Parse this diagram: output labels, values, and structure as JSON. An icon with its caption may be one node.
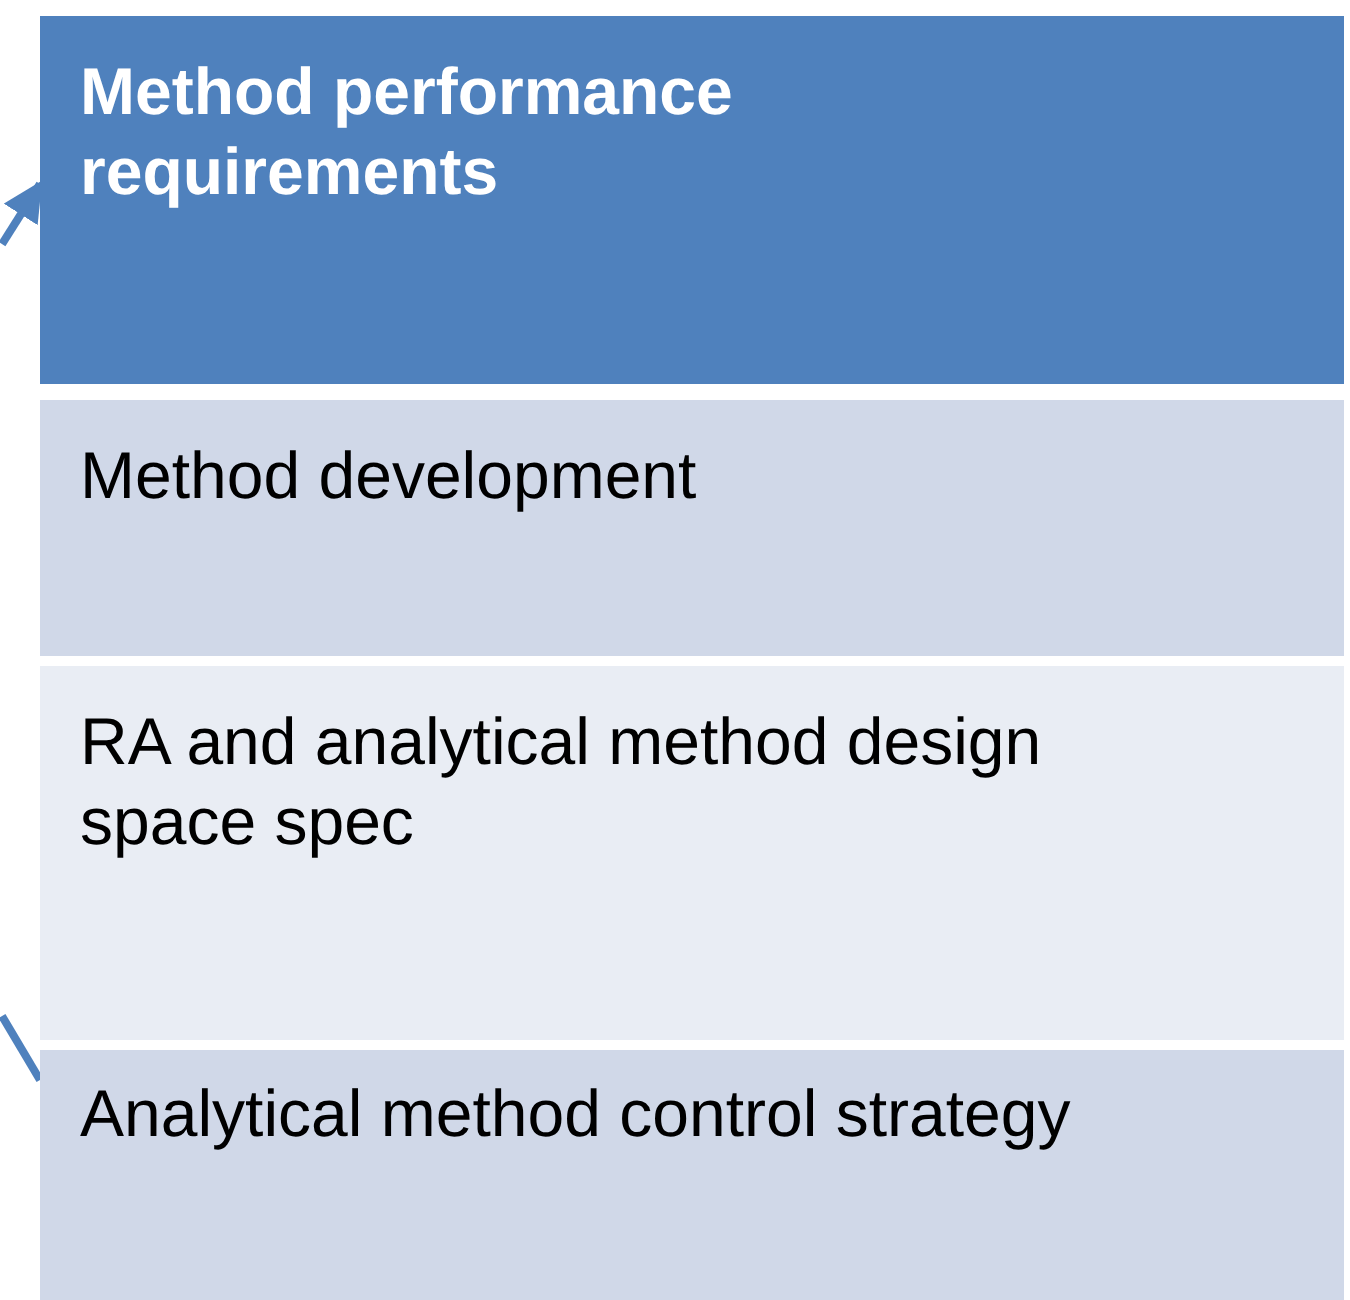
{
  "diagram": {
    "nodes": [
      {
        "text": [
          "Method performance requirements"
        ]
      },
      {
        "text": [
          "Method development"
        ]
      },
      {
        "text": [
          "RA and analytical method design space spec"
        ]
      },
      {
        "text": [
          "Analytical method control strategy"
        ]
      }
    ],
    "edges": [
      {
        "from": null,
        "to": 0,
        "arrow": "to"
      },
      {
        "from": null,
        "to": 3,
        "arrow": "none"
      }
    ]
  }
}
